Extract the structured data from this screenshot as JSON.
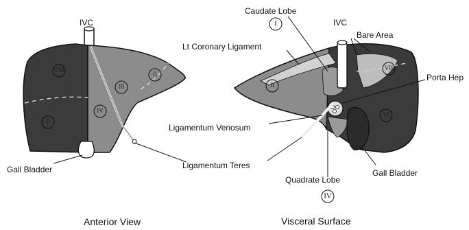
{
  "anterior": {
    "title": "Anterior View",
    "labels": {
      "ivc": "IVC",
      "gall_bladder": "Gall Bladder",
      "ligamentum_teres": "Ligamentum Teres"
    },
    "segments": [
      "VIII",
      "II",
      "III",
      "IV",
      "V"
    ]
  },
  "visceral": {
    "title": "Visceral Surface",
    "labels": {
      "caudate_lobe": "Caudate Lobe",
      "caudate_segment": "I",
      "ivc": "IVC",
      "bare_area": "Bare Area",
      "lt_coronary": "Lt Coronary Ligament",
      "porta": "Porta Hep",
      "ligamentum_venosum": "Ligamentum Venosum",
      "gall_bladder": "Gall Bladder",
      "quadrate_lobe": "Quadrate Lobe",
      "quadrate_segment": "IV"
    },
    "segments": [
      "II",
      "VII",
      "VI"
    ]
  },
  "colors": {
    "right_lobe": "#3b3b3b",
    "left_lobe": "#8c8c8c",
    "light": "#d9d9d9",
    "outline": "#111111"
  }
}
